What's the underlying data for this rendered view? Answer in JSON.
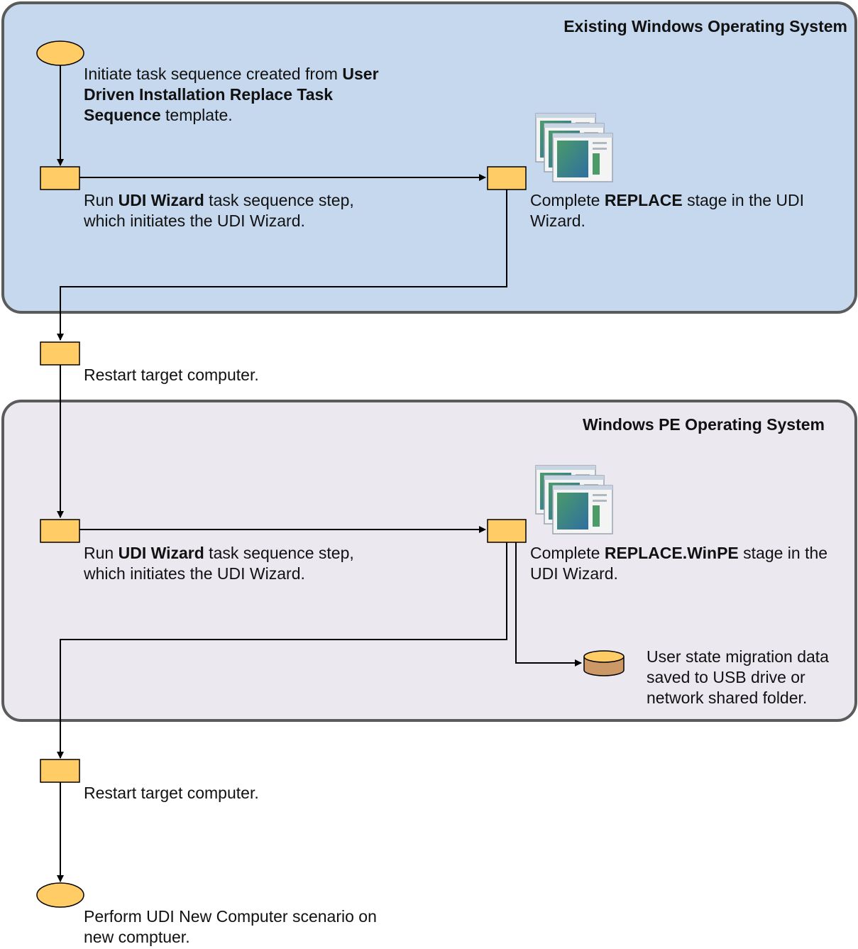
{
  "regions": {
    "existing_os": {
      "title": "Existing Windows Operating System"
    },
    "winpe_os": {
      "title": "Windows PE Operating System"
    }
  },
  "steps": {
    "initiate": {
      "prefix": "Initiate task sequence created from ",
      "bold": "User Driven Installation Replace Task Sequence",
      "suffix": " template."
    },
    "run_udi_1": {
      "prefix": "Run ",
      "bold": "UDI Wizard",
      "suffix": " task sequence step, which initiates the UDI Wizard."
    },
    "complete_replace": {
      "prefix": "Complete ",
      "bold": "REPLACE",
      "suffix": " stage in the UDI Wizard."
    },
    "restart_1": {
      "text": "Restart target computer."
    },
    "run_udi_2": {
      "prefix": "Run ",
      "bold": "UDI Wizard",
      "suffix": " task sequence step, which initiates the UDI Wizard."
    },
    "complete_replace_winpe": {
      "prefix": "Complete ",
      "bold": "REPLACE.WinPE",
      "suffix": " stage in the UDI Wizard."
    },
    "usmt_data": {
      "text": "User state migration data saved to USB drive or network shared folder."
    },
    "restart_2": {
      "text": "Restart target computer."
    },
    "perform_new_computer": {
      "text": "Perform UDI New Computer scenario on new comptuer."
    }
  },
  "colors": {
    "step_fill": "#ffcc66",
    "database_fill": "#cc9966",
    "existing_region": "#c6d8ee",
    "winpe_region": "#ebe8f0",
    "connector": "#000000"
  },
  "icons": [
    "wizard-windows-icon",
    "database-icon"
  ]
}
